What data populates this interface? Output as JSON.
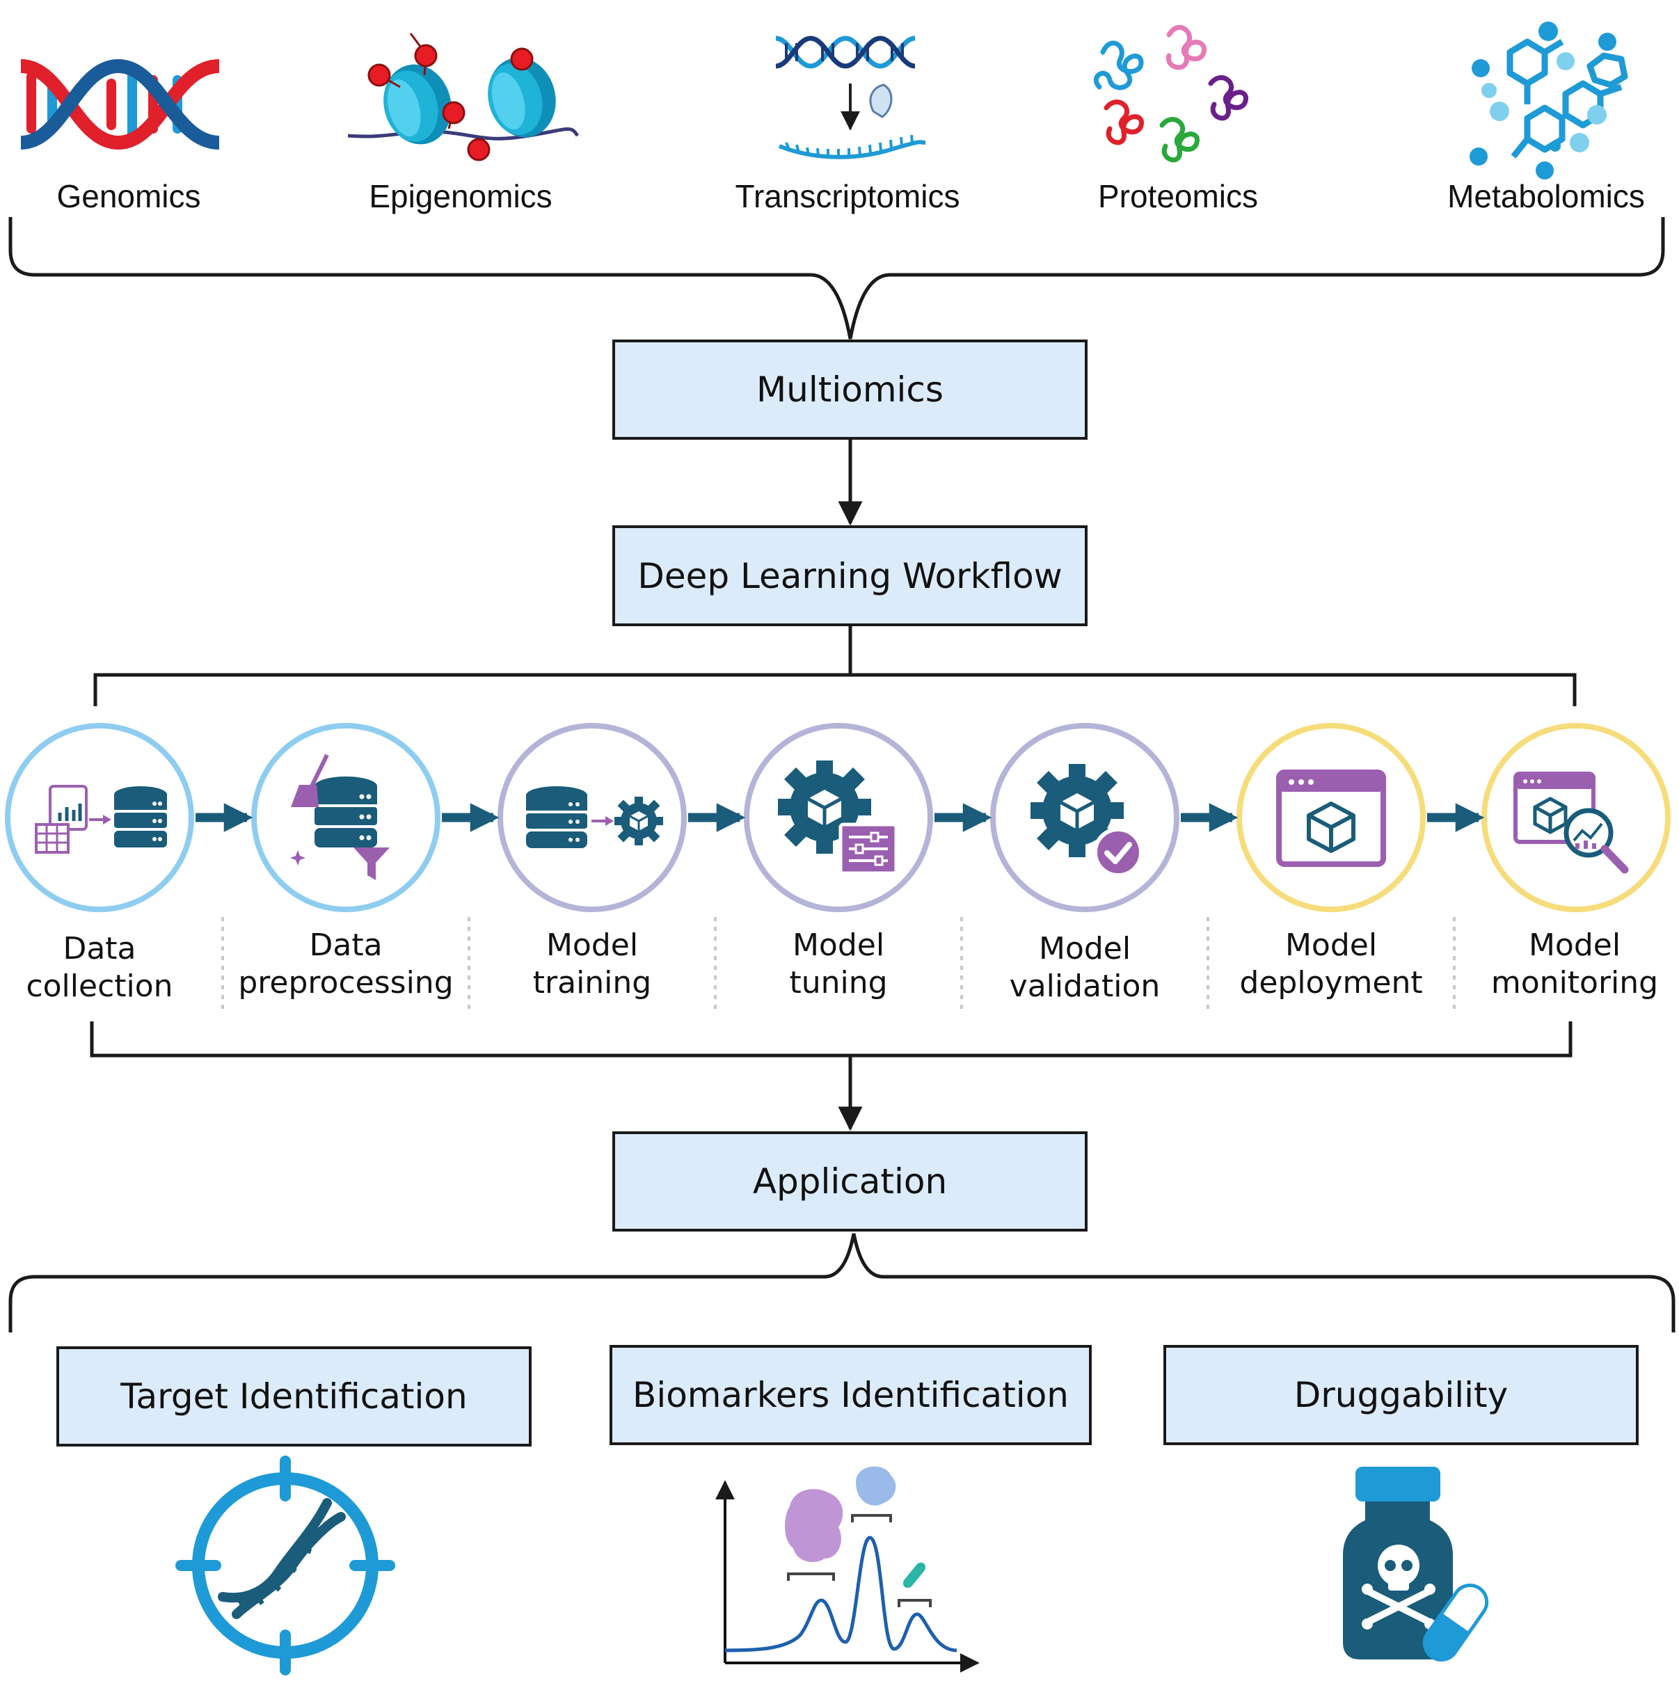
{
  "omics": [
    {
      "label": "Genomics",
      "icon": "dna-double-helix-icon"
    },
    {
      "label": "Epigenomics",
      "icon": "nucleosome-methylation-icon"
    },
    {
      "label": "Transcriptomics",
      "icon": "dna-to-rna-transcription-icon"
    },
    {
      "label": "Proteomics",
      "icon": "protein-chains-icon"
    },
    {
      "label": "Metabolomics",
      "icon": "metabolite-molecules-icon"
    }
  ],
  "boxes": {
    "multiomics": "Multiomics",
    "workflow": "Deep Learning Workflow",
    "application": "Application"
  },
  "workflow_steps": [
    {
      "line1": "Data",
      "line2": "collection",
      "icon": "data-collection-icon",
      "ring_color": "#8ecdf0"
    },
    {
      "line1": "Data",
      "line2": "preprocessing",
      "icon": "data-preprocessing-icon",
      "ring_color": "#8ecdf0"
    },
    {
      "line1": "Model",
      "line2": "training",
      "icon": "model-training-icon",
      "ring_color": "#b4b3d8"
    },
    {
      "line1": "Model",
      "line2": "tuning",
      "icon": "model-tuning-icon",
      "ring_color": "#b4b3d8"
    },
    {
      "line1": "Model",
      "line2": "validation",
      "icon": "model-validation-icon",
      "ring_color": "#b4b3d8"
    },
    {
      "line1": "Model",
      "line2": "deployment",
      "icon": "model-deployment-icon",
      "ring_color": "#f6dc7a"
    },
    {
      "line1": "Model",
      "line2": "monitoring",
      "icon": "model-monitoring-icon",
      "ring_color": "#f6dc7a"
    }
  ],
  "applications": [
    {
      "label": "Target Identification",
      "icon": "dna-target-icon"
    },
    {
      "label": "Biomarkers Identification",
      "icon": "biomarker-peak-chart-icon"
    },
    {
      "label": "Druggability",
      "icon": "toxic-drug-bottle-icon"
    }
  ],
  "colors": {
    "box_fill": "#dcebf9",
    "teal": "#1a5c7a",
    "purple": "#9b5fb0",
    "blue": "#1e9ad6",
    "red": "#e0202a",
    "line": "#1a1a1a"
  }
}
